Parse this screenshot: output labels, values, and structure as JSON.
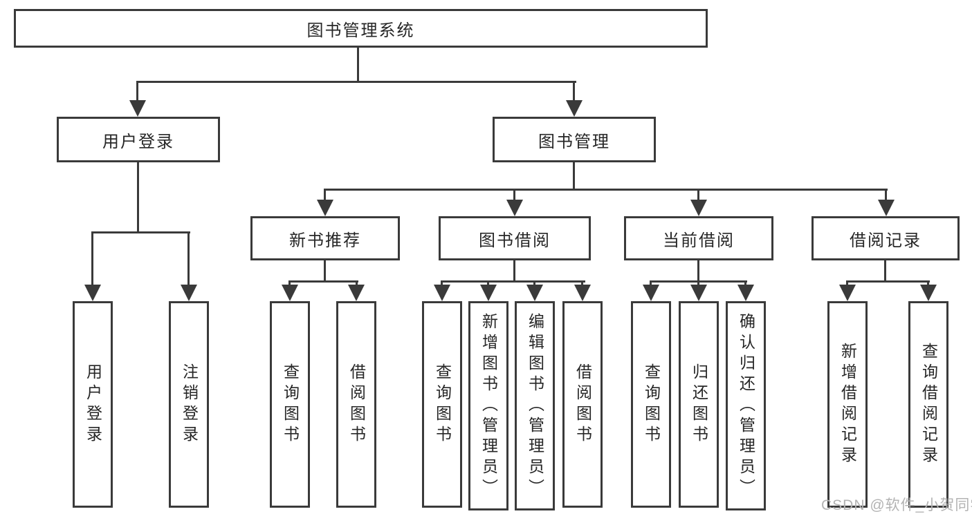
{
  "diagram": {
    "root": {
      "label": "图书管理系统"
    },
    "user_login": {
      "label": "用户登录",
      "children": [
        "用户登录",
        "注销登录"
      ]
    },
    "book_management": {
      "label": "图书管理",
      "sections": [
        {
          "label": "新书推荐",
          "children": [
            "查询图书",
            "借阅图书"
          ]
        },
        {
          "label": "图书借阅",
          "children": [
            "查询图书",
            "新增图书（管理员）",
            "编辑图书（管理员）",
            "借阅图书"
          ]
        },
        {
          "label": "当前借阅",
          "children": [
            "查询图书",
            "归还图书",
            "确认归还（管理员）"
          ]
        },
        {
          "label": "借阅记录",
          "children": [
            "新增借阅记录",
            "查询借阅记录"
          ]
        }
      ]
    }
  },
  "watermark": {
    "text": "CSDN @软件_小贺同学"
  },
  "colors": {
    "line": "#3a3a3a",
    "text": "#262626",
    "background": "#ffffff",
    "watermark": "#b3b3b3"
  }
}
